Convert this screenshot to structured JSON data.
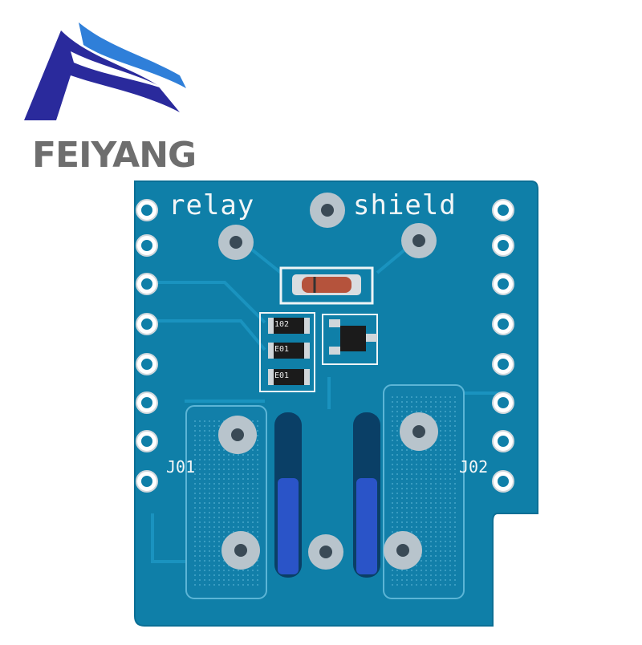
{
  "brand": {
    "name": "FEIYANG",
    "logo_colors": {
      "deep_blue": "#2a2a9c",
      "light_blue": "#2f7fd9",
      "text_gray": "#6e6e6e"
    }
  },
  "board": {
    "pcb_color": "#0f7fa8",
    "silkscreen": {
      "left_word": "relay",
      "right_word": "shield",
      "jumper_left": "J01",
      "jumper_right": "J02"
    },
    "resistors": [
      {
        "code": "102"
      },
      {
        "code": "E01"
      },
      {
        "code": "E01"
      }
    ],
    "header_pins_per_side": 8
  }
}
